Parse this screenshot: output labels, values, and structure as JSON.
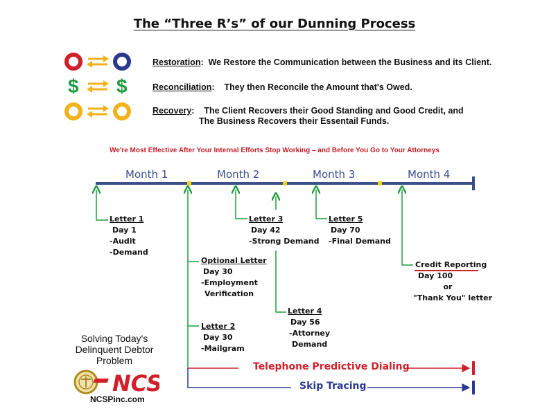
{
  "title": "The “Three R’s” of our Dunning Process",
  "rs": [
    {
      "label": "Restoration",
      "text": "We Restore the Communication between the Business and its Client.",
      "text2": ""
    },
    {
      "label": "Reconciliation",
      "text": "They then Reconcile the Amount that's Owed.",
      "text2": ""
    },
    {
      "label": "Recovery",
      "text": "The Client Recovers their Good Standing and Good Credit, and",
      "text2": "The Business Recovers their Essentail Funds."
    }
  ],
  "icon_colors": {
    "red": "#d2202a",
    "blue": "#2b3a8f",
    "green": "#1e9c3c",
    "gold": "#f2b21b",
    "arrow": "#f2b21b"
  },
  "dollar_sign": "$",
  "tagline": "We're Most Effective After Your Internal Efforts Stop Working – and Before You Go to Your Attorneys",
  "months": [
    "Month 1",
    "Month 2",
    "Month 3",
    "Month 4"
  ],
  "letters": {
    "letter1": [
      "Letter 1",
      "Day 1",
      "-Audit",
      "-Demand"
    ],
    "letter3": [
      "Letter 3",
      "Day 42",
      "-Strong Demand"
    ],
    "letter5": [
      "Letter 5",
      "Day 70",
      "-Final Demand"
    ],
    "optional": [
      "Optional Letter",
      "Day 30",
      "-Employment",
      "Verification"
    ],
    "letter4": [
      "Letter 4",
      "Day 56",
      "-Attorney",
      "Demand"
    ],
    "letter2": [
      "Letter 2",
      "Day 30",
      "-Mailgram"
    ],
    "credit": [
      "Credit Reporting",
      "Day 100",
      "or",
      "\"Thank You\" letter"
    ]
  },
  "bars": {
    "telephone": "Telephone Predictive Dialing",
    "skip": "Skip Tracing"
  },
  "colors": {
    "timeline": "#3d4f8a",
    "marker": "#f2d21b",
    "connector": "#1e9c3c",
    "telephone": "#d2202a",
    "skip": "#2b3a8f",
    "credit_underline": "#d2202a"
  },
  "branding": {
    "solving_line1": "Solving Today's",
    "solving_line2": "Delinquent Debtor",
    "solving_line3": "Problem",
    "logo_text": "NCS",
    "website": "NCSPinc.com"
  }
}
